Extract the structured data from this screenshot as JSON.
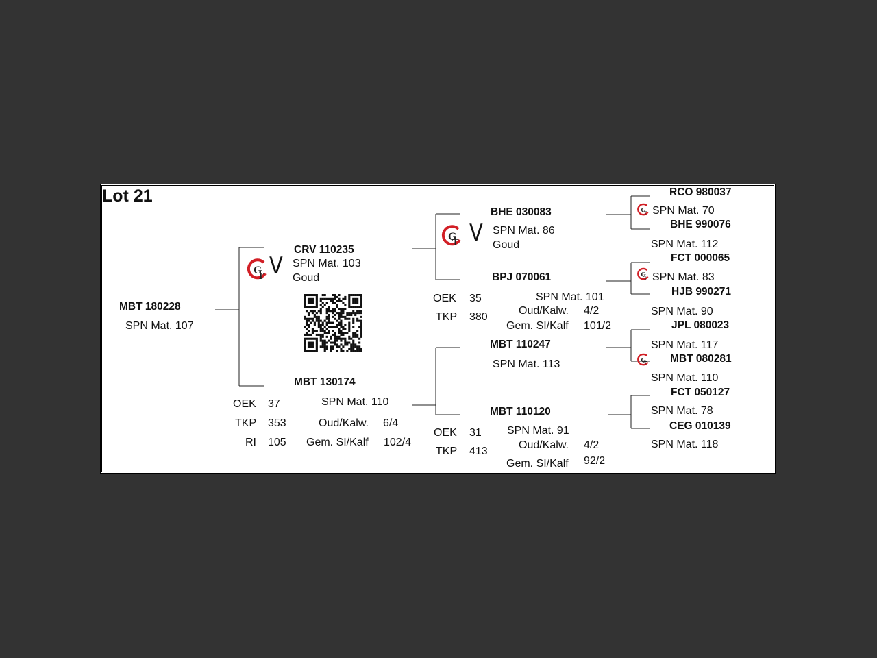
{
  "lot_title": "Lot 21",
  "brand": {
    "logo_text_g": "G",
    "logo_text_t": "T",
    "red": "#d21f26"
  },
  "animal": {
    "id": "MBT 180228",
    "spn": "SPN Mat. 107"
  },
  "sire": {
    "id": "CRV 110235",
    "spn": "SPN Mat. 103",
    "award": "Goud",
    "mark": "V"
  },
  "dam": {
    "id": "MBT 130174",
    "oek_label": "OEK",
    "oek": "37",
    "tkp_label": "TKP",
    "tkp": "353",
    "ri_label": "RI",
    "ri": "105",
    "spn": "SPN Mat. 110",
    "oud_label": "Oud/Kalw.",
    "oud": "6/4",
    "gem_label": "Gem. SI/Kalf",
    "gem": "102/4"
  },
  "ss": {
    "id": "BHE 030083",
    "spn": "SPN Mat. 86",
    "award": "Goud",
    "mark": "V"
  },
  "sd": {
    "id": "BPJ 070061",
    "oek_label": "OEK",
    "oek": "35",
    "tkp_label": "TKP",
    "tkp": "380",
    "spn": "SPN Mat. 101",
    "oud_label": "Oud/Kalw.",
    "oud": "4/2",
    "gem_label": "Gem. SI/Kalf",
    "gem": "101/2"
  },
  "ds": {
    "id": "MBT 110247",
    "spn": "SPN Mat. 113"
  },
  "dd": {
    "id": "MBT 110120",
    "oek_label": "OEK",
    "oek": "31",
    "tkp_label": "TKP",
    "tkp": "413",
    "spn": "SPN Mat. 91",
    "oud_label": "Oud/Kalw.",
    "oud": "4/2",
    "gem_label": "Gem. SI/Kalf",
    "gem": "92/2"
  },
  "gen3": [
    {
      "id": "RCO 980037",
      "spn": "SPN Mat. 70"
    },
    {
      "id": "BHE 990076",
      "spn": "SPN Mat. 112"
    },
    {
      "id": "FCT 000065",
      "spn": "SPN Mat. 83"
    },
    {
      "id": "HJB 990271",
      "spn": "SPN Mat. 90"
    },
    {
      "id": "JPL 080023",
      "spn": "SPN Mat. 117"
    },
    {
      "id": "MBT 080281",
      "spn": "SPN Mat. 110"
    },
    {
      "id": "FCT 050127",
      "spn": "SPN Mat. 78"
    },
    {
      "id": "CEG 010139",
      "spn": "SPN Mat. 118"
    }
  ]
}
